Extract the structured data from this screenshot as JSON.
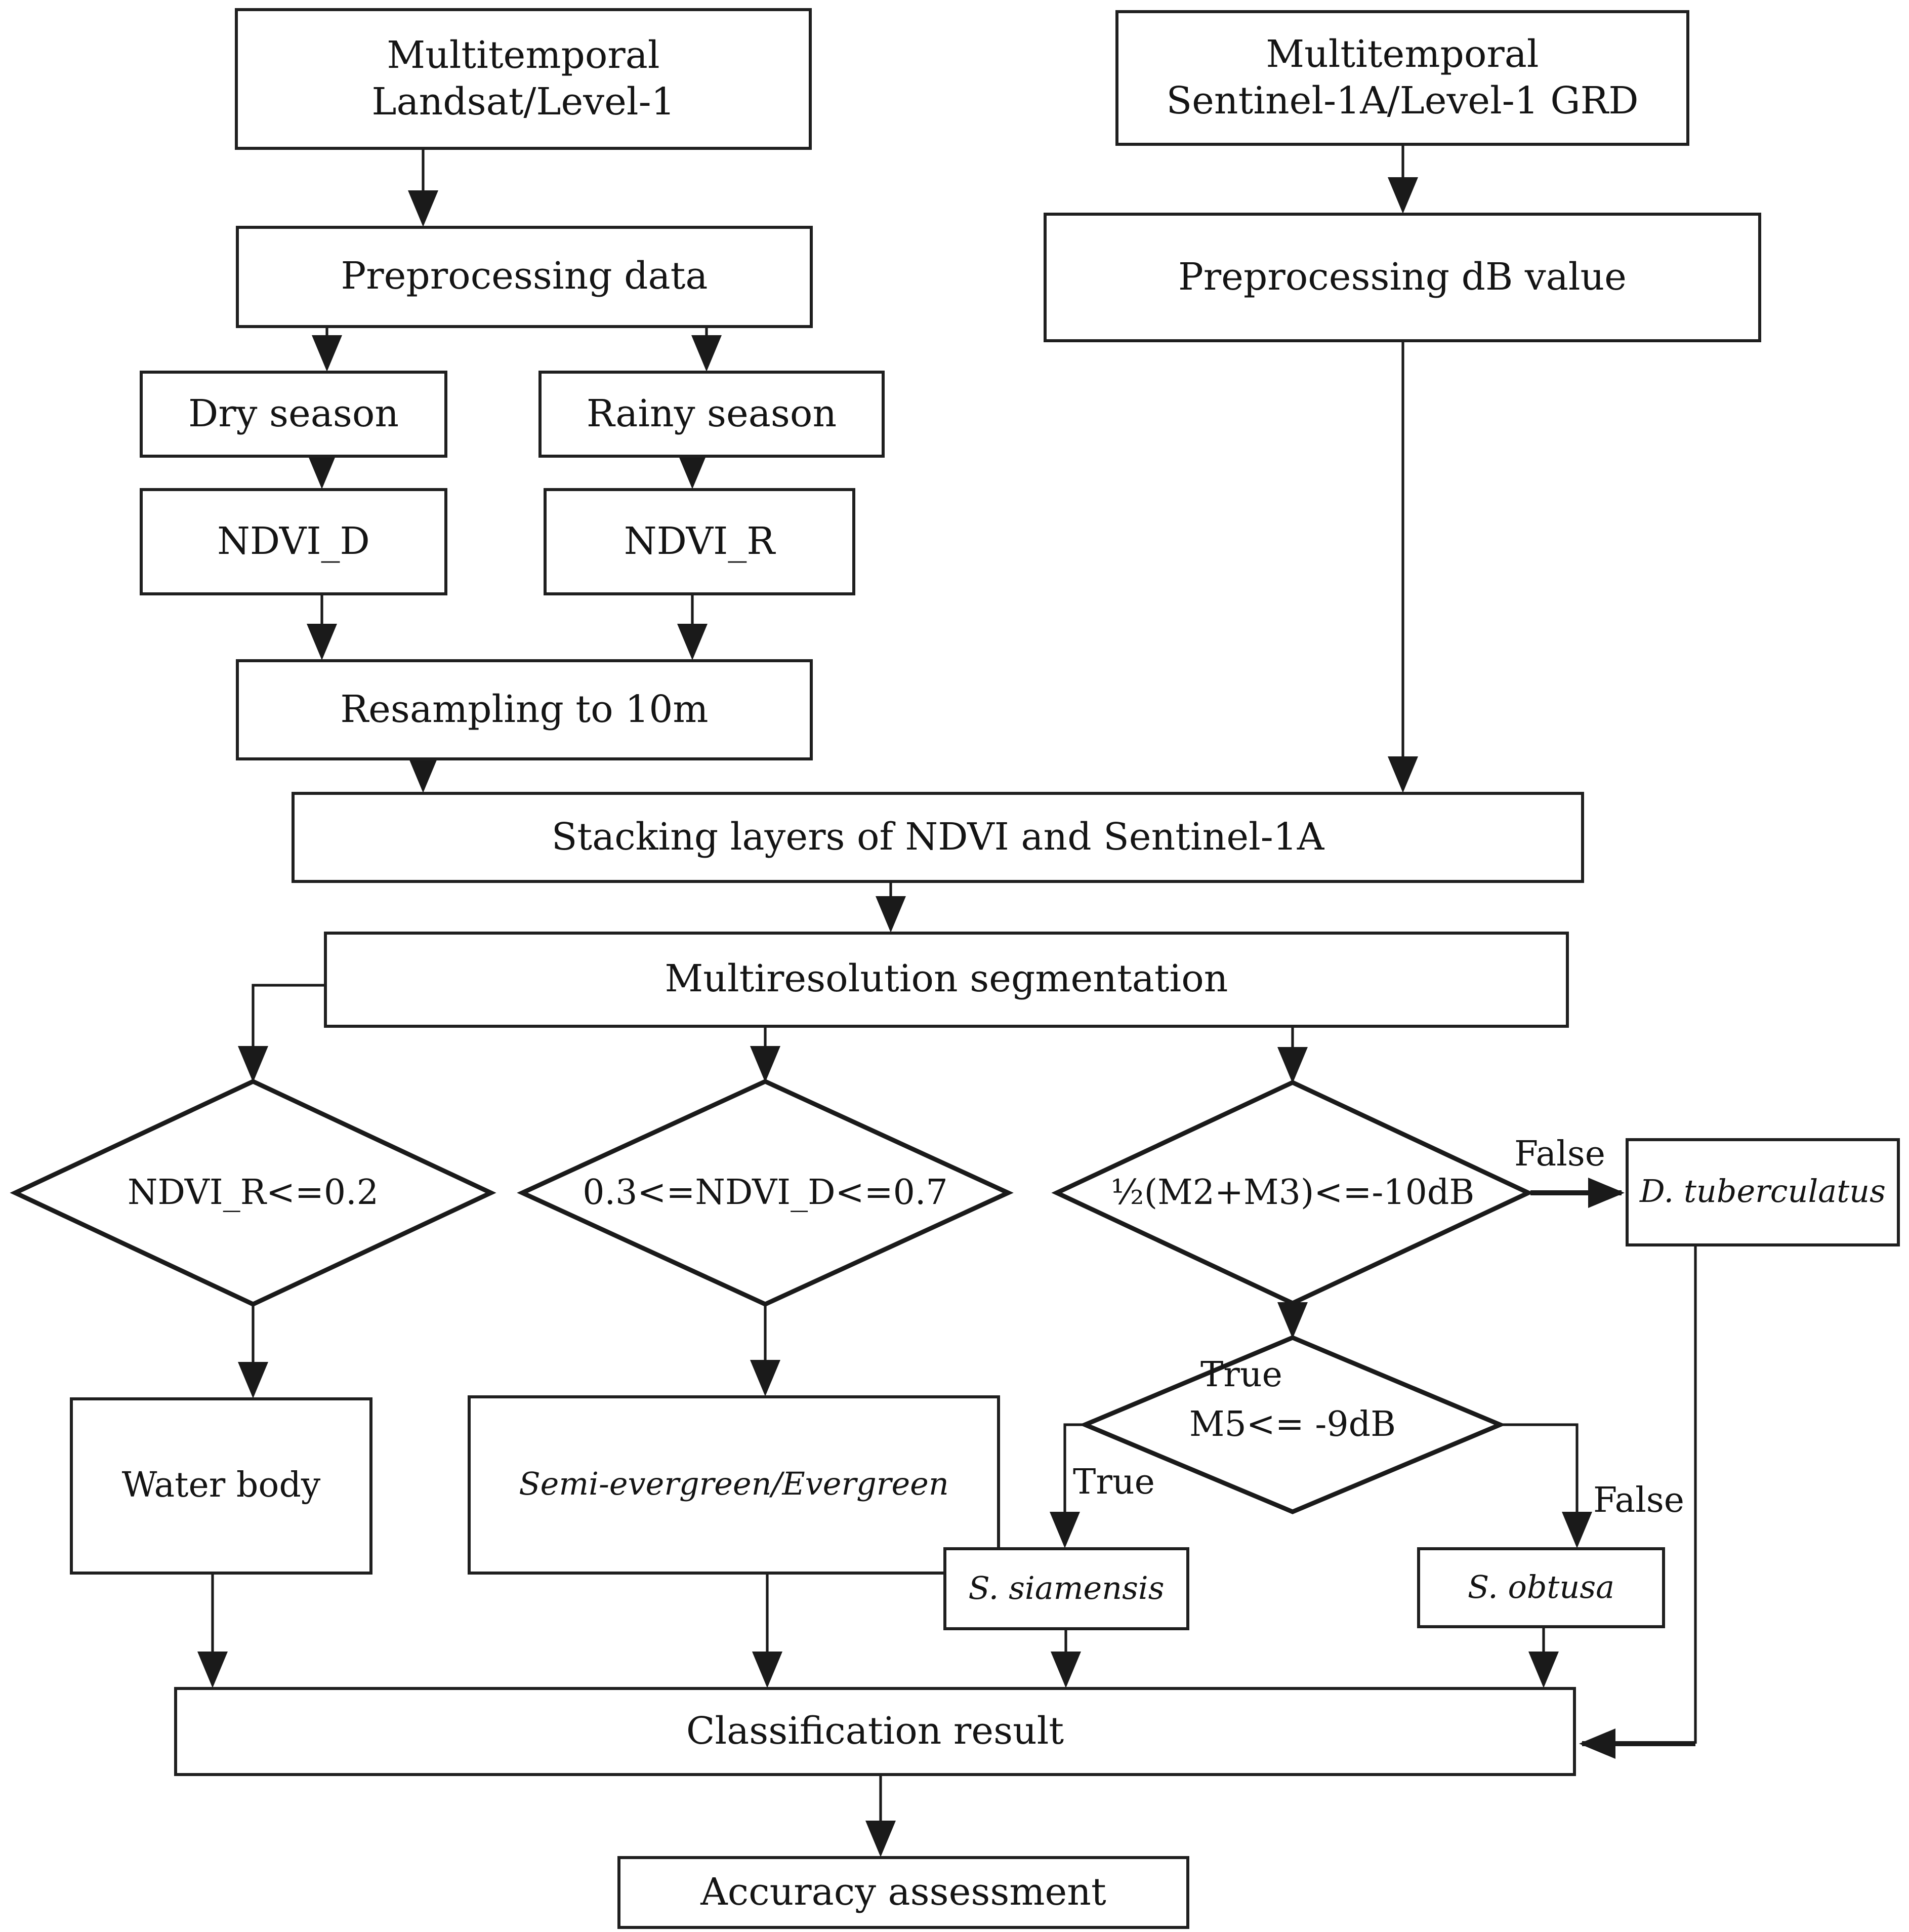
{
  "colors": {
    "background": "#ffffff",
    "line": "#1a1a1a",
    "text": "#141414"
  },
  "nodes": {
    "landsat": {
      "line1": "Multitemporal",
      "line2": "Landsat/Level-1"
    },
    "sentinel": {
      "line1": "Multitemporal",
      "line2": "Sentinel-1A/Level-1 GRD"
    },
    "preprocessing_data": {
      "label": "Preprocessing data"
    },
    "preprocessing_db": {
      "label": "Preprocessing dB value"
    },
    "dry_season": {
      "label": "Dry season"
    },
    "rainy_season": {
      "label": "Rainy season"
    },
    "ndvi_d": {
      "label": "NDVI_D"
    },
    "ndvi_r": {
      "label": "NDVI_R"
    },
    "resampling": {
      "label": "Resampling to 10m"
    },
    "stacking": {
      "label": "Stacking layers of NDVI and Sentinel-1A"
    },
    "segmentation": {
      "label": "Multiresolution segmentation"
    },
    "water_body": {
      "label": "Water body"
    },
    "semi_evergreen": {
      "label": "Semi-evergreen/Evergreen"
    },
    "d_tuberculatus": {
      "label": "D. tuberculatus"
    },
    "s_siamensis": {
      "label": "S. siamensis"
    },
    "s_obtusa": {
      "label": "S. obtusa"
    },
    "classification": {
      "label": "Classification result"
    },
    "accuracy": {
      "label": "Accuracy assessment"
    }
  },
  "decisions": {
    "ndvi_r_threshold": {
      "label": "NDVI_R<=0.2"
    },
    "ndvi_d_threshold": {
      "label": "0.3<=NDVI_D<=0.7"
    },
    "m2_m3_threshold": {
      "label": "½(M2+M3)<=-10dB"
    },
    "m5_threshold": {
      "label": "M5<= -9dB"
    }
  },
  "branch_labels": {
    "m2_m3_false": "False",
    "m2_m3_true": "True",
    "m5_true": "True",
    "m5_false": "False"
  }
}
